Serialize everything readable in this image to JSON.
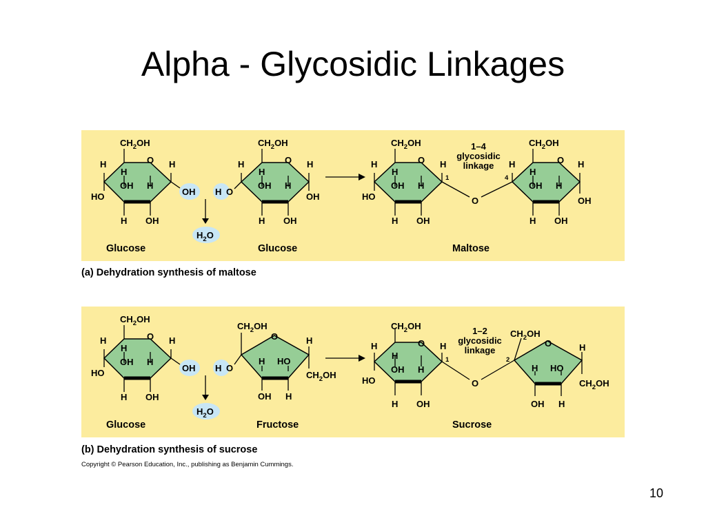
{
  "slide": {
    "title": "Alpha - Glycosidic Linkages",
    "page_number": "10"
  },
  "panel_a": {
    "caption": "(a) Dehydration synthesis of maltose",
    "water": "H2O",
    "reactant1_label": "Glucose",
    "reactant2_label": "Glucose",
    "product_label": "Maltose",
    "linkage": [
      "1–4",
      "glycosidic",
      "linkage"
    ],
    "link_carbons": [
      "1",
      "4"
    ]
  },
  "panel_b": {
    "caption": "(b) Dehydration synthesis of sucrose",
    "water": "H2O",
    "reactant1_label": "Glucose",
    "reactant2_label": "Fructose",
    "product_label": "Sucrose",
    "linkage": [
      "1–2",
      "glycosidic",
      "linkage"
    ],
    "link_carbons": [
      "1",
      "2"
    ]
  },
  "copyright": "Copyright © Pearson Education, Inc., publishing as Benjamin Cummings.",
  "colors": {
    "panel_bg": "#fcec9e",
    "ring_fill": "#96cd96",
    "water_bubble": "#c8e6f5"
  }
}
